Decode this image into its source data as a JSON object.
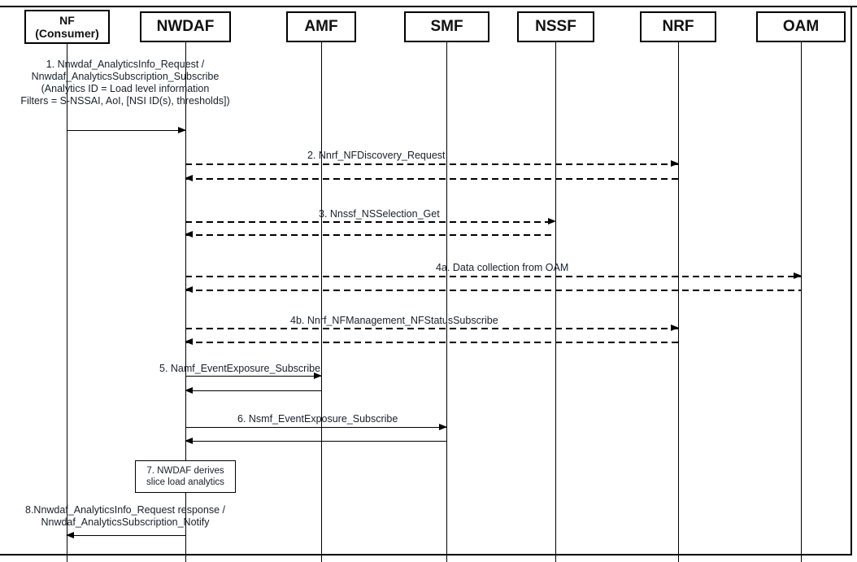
{
  "actors": [
    {
      "line1": "NF",
      "line2": "(Consumer)"
    },
    {
      "label": "NWDAF"
    },
    {
      "label": "AMF"
    },
    {
      "label": "SMF"
    },
    {
      "label": "NSSF"
    },
    {
      "label": "NRF"
    },
    {
      "label": "OAM"
    }
  ],
  "messages": {
    "m1": {
      "lines": [
        "1. Nnwdaf_AnalyticsInfo_Request /",
        "Nnwdaf_AnalyticsSubscription_Subscribe",
        "(Analytics ID = Load level information",
        "Filters = S-NSSAI, AoI, [NSI ID(s), thresholds])"
      ]
    },
    "m2": {
      "label": "2. Nnrf_NFDiscovery_Request"
    },
    "m3": {
      "label": "3. Nnssf_NSSelection_Get"
    },
    "m4a": {
      "label": "4a. Data collection from OAM"
    },
    "m4b": {
      "label": "4b. Nnrf_NFManagement_NFStatusSubscribe"
    },
    "m5": {
      "label": "5. Namf_EventExposure_Subscribe"
    },
    "m6": {
      "label": "6. Nsmf_EventExposure_Subscribe"
    },
    "m7": {
      "lines": [
        "7. NWDAF derives",
        "slice load analytics"
      ]
    },
    "m8": {
      "lines": [
        "8.Nnwdaf_AnalyticsInfo_Request response /",
        "Nnwdaf_AnalyticsSubscription_Notify"
      ]
    }
  },
  "colors": {
    "line": "#000000",
    "background": "#ffffff",
    "text": "#16202b"
  }
}
